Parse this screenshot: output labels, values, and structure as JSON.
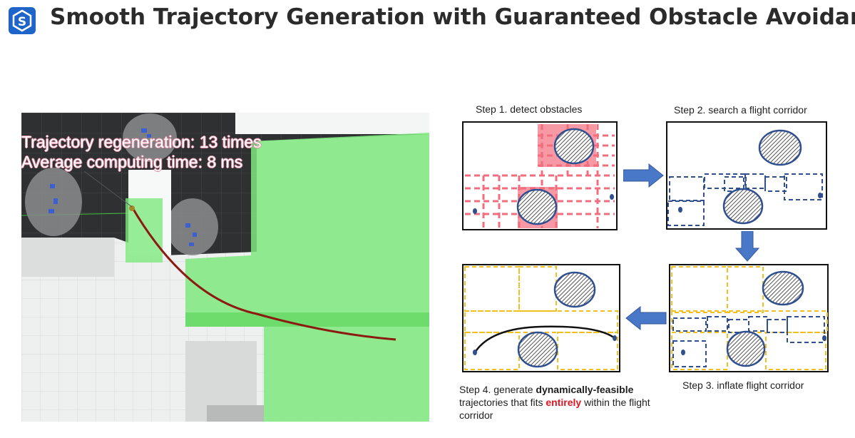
{
  "header": {
    "title": "Smooth Trajectory Generation with Guaranteed Obstacle Avoidance",
    "logo_icon": "s-logo-icon",
    "logo_color": "#1f64c8"
  },
  "video": {
    "line1": "Trajectory regeneration: 13 times",
    "line2": "Average computing time: 8 ms",
    "corridor_color": "#7ee87e",
    "trajectory_color": "#8b1a10"
  },
  "steps": {
    "step1": "Step 1. detect obstacles",
    "step2": "Step 2. search a flight corridor",
    "step3": "Step 3. inflate flight corridor",
    "step4_pre": "Step 4. generate ",
    "step4_bold": "dynamically-feasible",
    "step4_mid": " trajectories that fits ",
    "step4_red": "entirely",
    "step4_post": " within the flight corridor"
  },
  "colors": {
    "obstacle_grid": "#f26d7d",
    "corridor_search": "#2f4f8f",
    "corridor_inflate": "#f0c020",
    "arrow": "#4a78c8",
    "obstacle_fill": "#2f4f8f"
  }
}
